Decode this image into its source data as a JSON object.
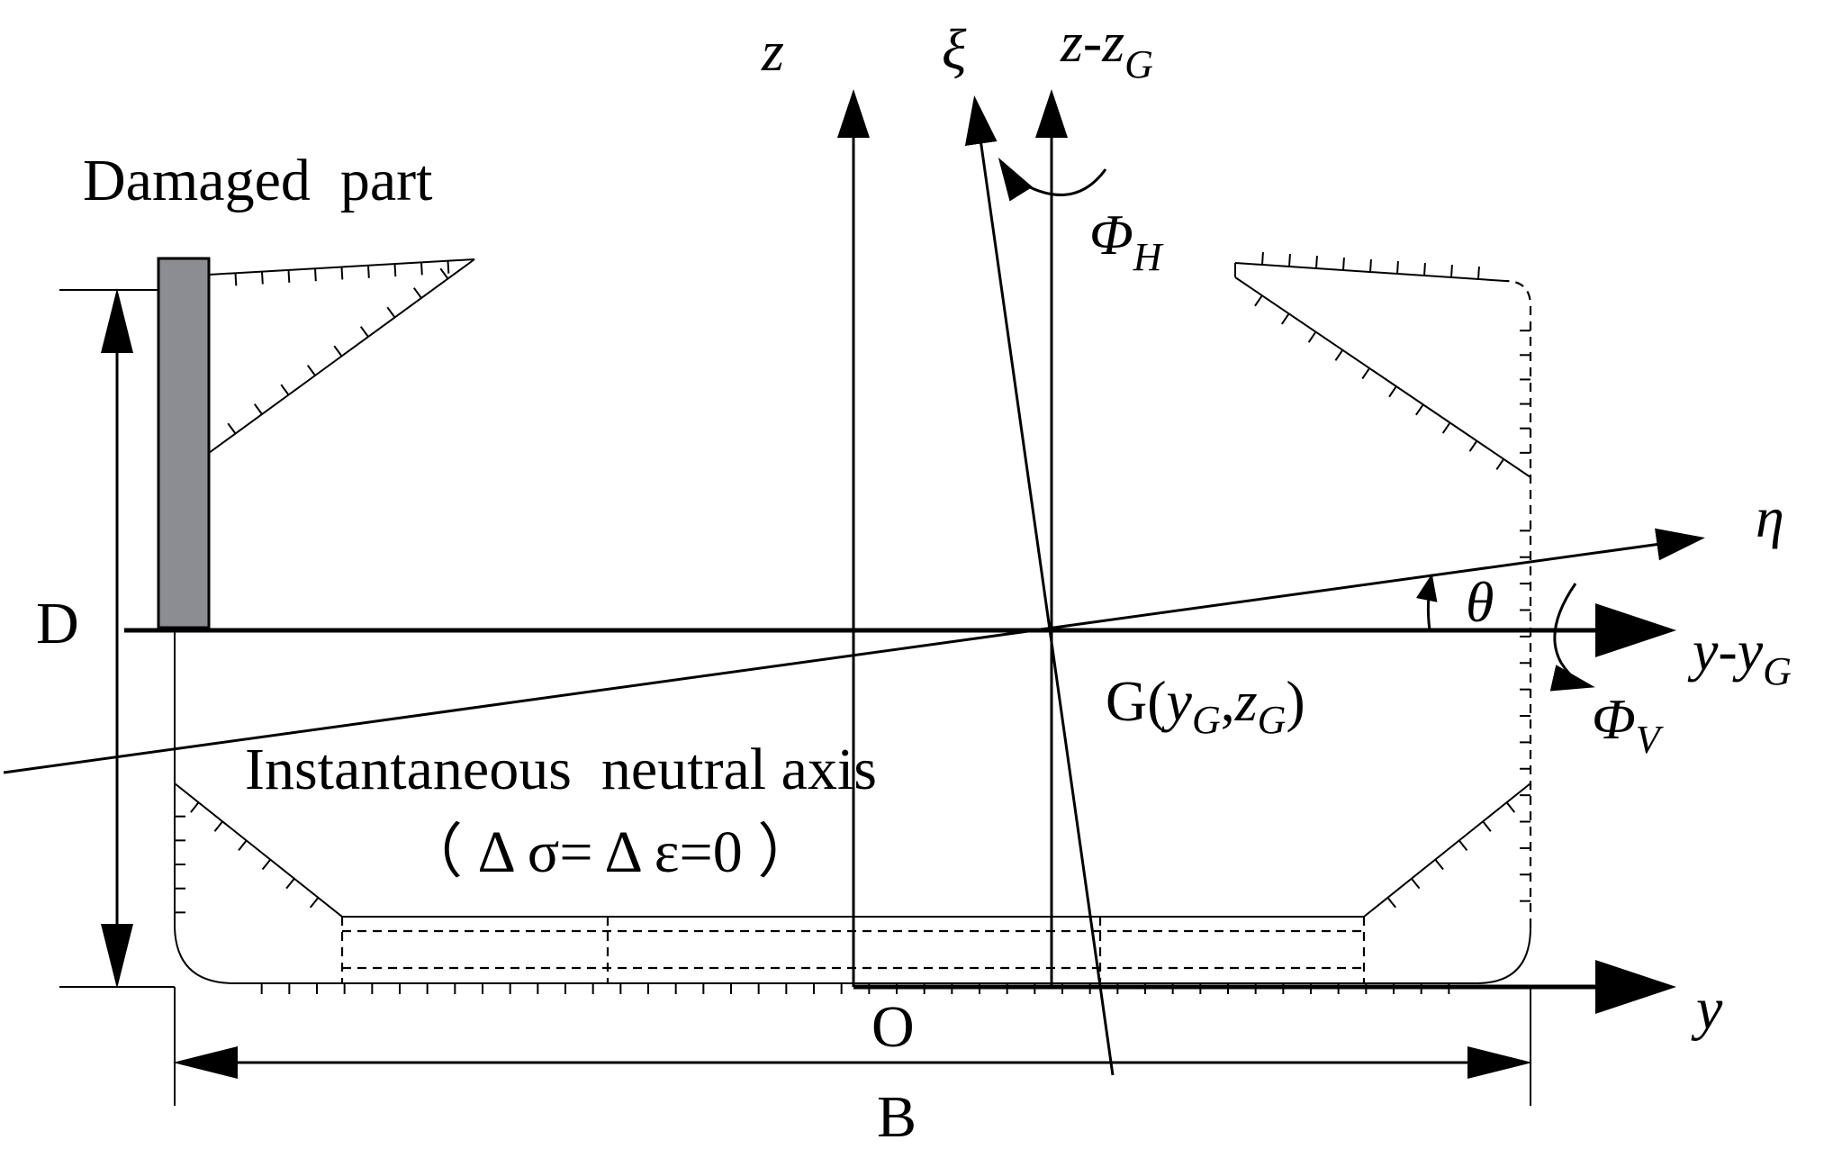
{
  "labels": {
    "z": "z",
    "xi": "ξ",
    "z_zg_main": "z-z",
    "z_zg_sub": "G",
    "phi_h_main": "Φ",
    "phi_h_sub": "H",
    "eta": "η",
    "theta": "θ",
    "y_yg_main": "y-y",
    "y_yg_sub": "G",
    "g_open": "G(",
    "g_y": "y",
    "g_y_sub": "G",
    "g_comma": ",",
    "g_z": "z",
    "g_z_sub": "G",
    "g_close": ")",
    "phi_v_main": "Φ",
    "phi_v_sub": "V",
    "damaged_part": "Damaged  part",
    "neutral_axis": "Instantaneous  neutral axis",
    "condition": "（ Δ σ= Δ ε=0 ）",
    "d": "D",
    "o": "O",
    "y": "y",
    "b": "B"
  },
  "colors": {
    "line": "#000000",
    "damaged_fill": "#8c8d92",
    "background": "#ffffff"
  }
}
